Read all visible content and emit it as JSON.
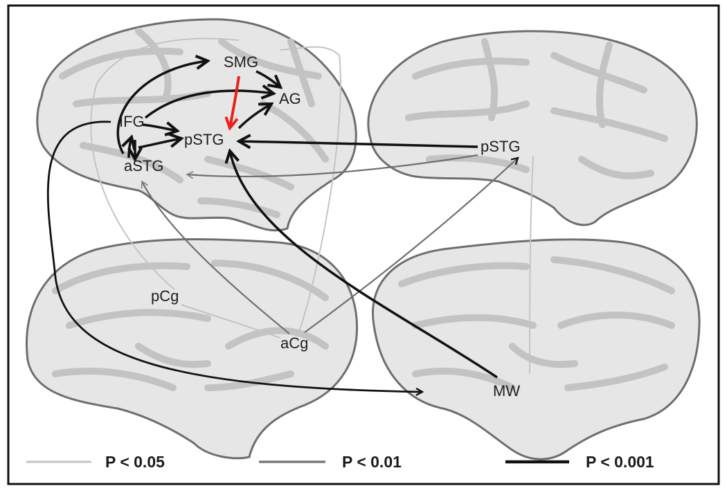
{
  "regions": {
    "SMG": "SMG",
    "AG": "AG",
    "IFG": "IFG",
    "pSTG_left": "pSTG",
    "aSTG": "aSTG",
    "pSTG_right": "pSTG",
    "pCg": "pCg",
    "aCg": "aCg",
    "MW": "MW"
  },
  "legend": [
    {
      "label": "P < 0.05",
      "line_color": "#c4c4c4"
    },
    {
      "label": "P < 0.01",
      "line_color": "#7a7a7a"
    },
    {
      "label": "P < 0.001",
      "line_color": "#111111"
    }
  ],
  "colors": {
    "brain_fill": "#e6e6e6",
    "brain_outline": "#6e6e6e",
    "sulcus": "#c3c3c3",
    "highlight_arrow": "#e8231a"
  }
}
